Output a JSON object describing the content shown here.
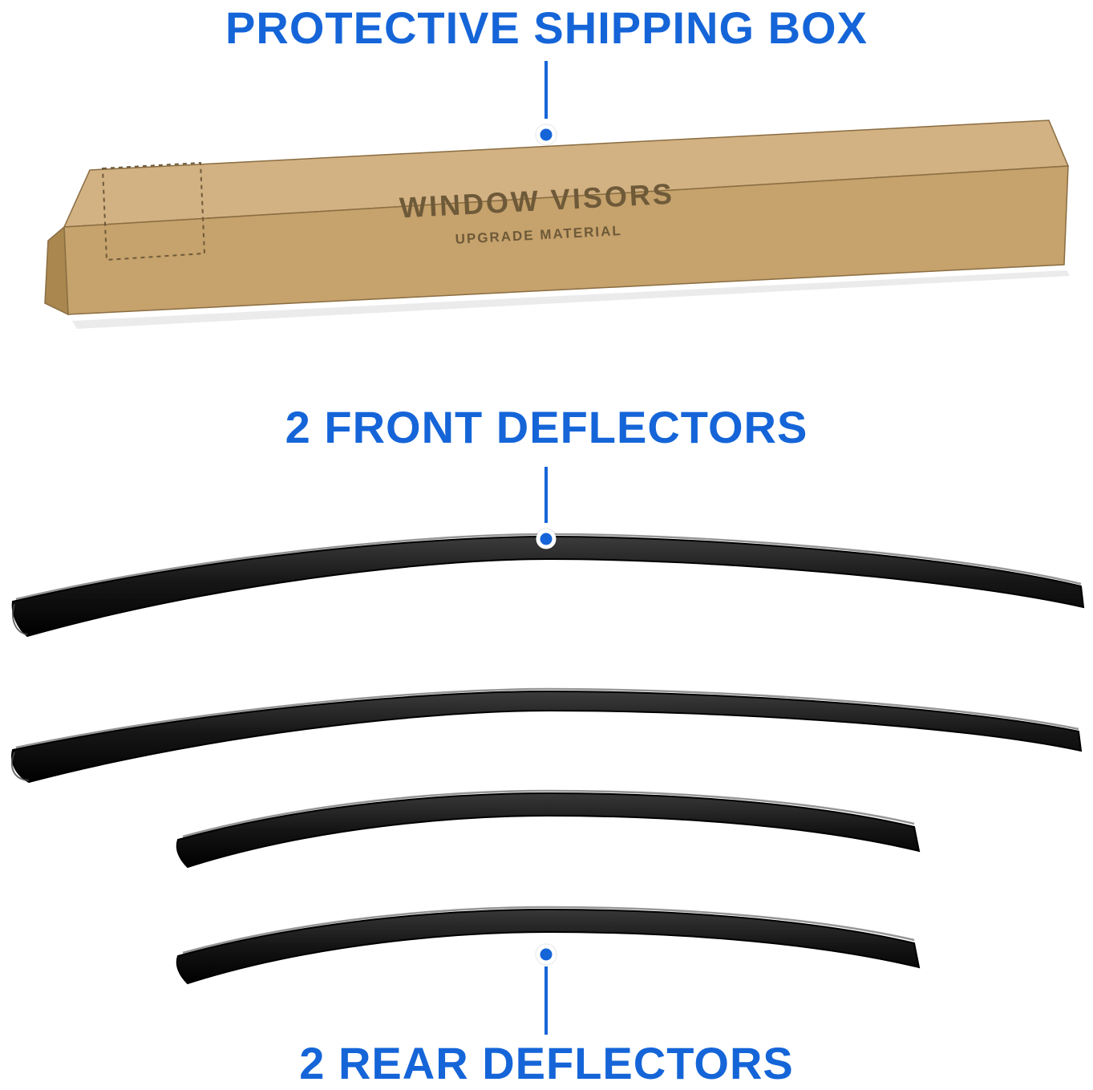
{
  "colors": {
    "accent_blue": "#1565d8",
    "box_top": "#d2b183",
    "box_front": "#c6a26c",
    "box_end": "#a9874f",
    "box_text": "#6e5a39",
    "visor_black": "#0d0d0d"
  },
  "callouts": [
    {
      "id": "shipping-box",
      "label": "PROTECTIVE SHIPPING BOX"
    },
    {
      "id": "front-deflectors",
      "label": "2 FRONT DEFLECTORS"
    },
    {
      "id": "rear-deflectors",
      "label": "2 REAR DEFLECTORS"
    }
  ],
  "box": {
    "title": "WINDOW VISORS",
    "subtitle": "UPGRADE MATERIAL"
  },
  "products": {
    "front_deflector_count": 2,
    "rear_deflector_count": 2
  }
}
